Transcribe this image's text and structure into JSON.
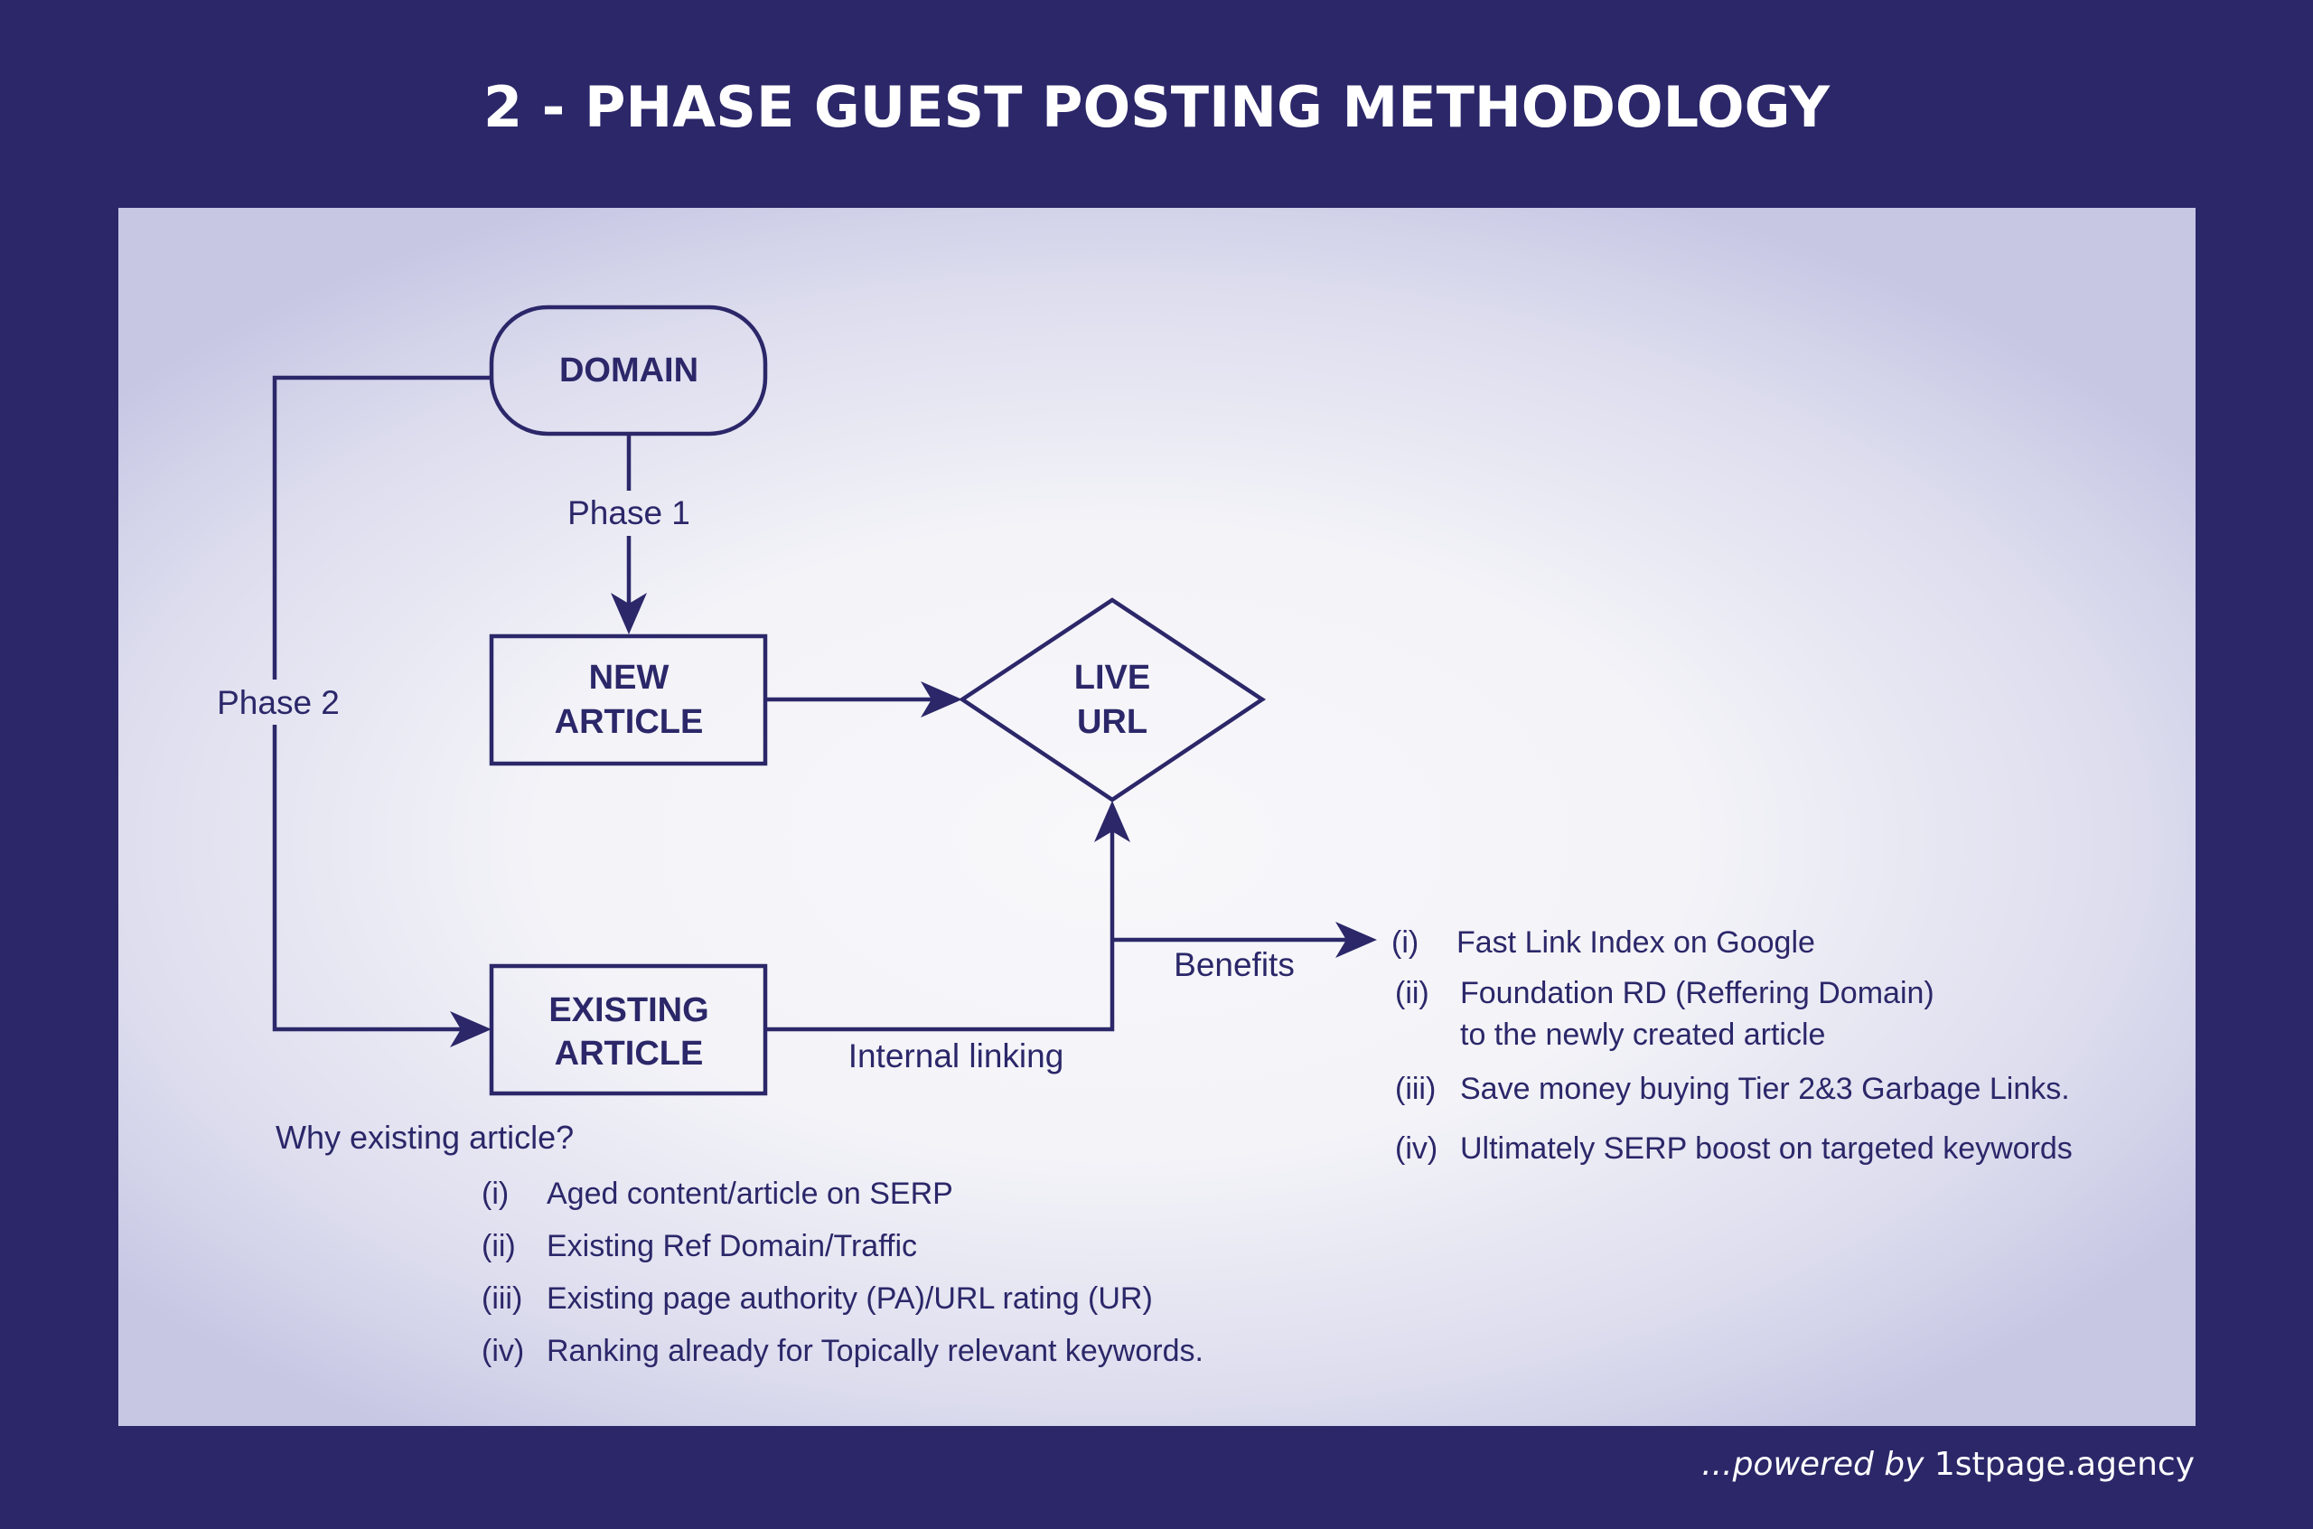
{
  "title": "2 - PHASE GUEST POSTING METHODOLOGY",
  "colors": {
    "background": "#2b2769",
    "stroke": "#2b2769",
    "panel": "#f3f3f8",
    "title_text": "#ffffff"
  },
  "nodes": {
    "domain": "DOMAIN",
    "new_article": [
      "NEW",
      "ARTICLE"
    ],
    "live_url": [
      "LIVE",
      "URL"
    ],
    "existing_article": [
      "EXISTING",
      "ARTICLE"
    ]
  },
  "edges": {
    "phase1": "Phase 1",
    "phase2": "Phase 2",
    "internal_linking": "Internal linking",
    "benefits": "Benefits"
  },
  "benefits_list": [
    {
      "num": "(i)",
      "text": "Fast Link Index on Google"
    },
    {
      "num": "(ii)",
      "text": "Foundation RD (Reffering Domain)",
      "text2": "to the newly created article"
    },
    {
      "num": "(iii)",
      "text": "Save money buying Tier 2&3 Garbage Links."
    },
    {
      "num": "(iv)",
      "text": "Ultimately SERP boost on targeted keywords"
    }
  ],
  "why": {
    "heading": "Why existing article?",
    "items": [
      {
        "num": "(i)",
        "text": "Aged content/article on SERP"
      },
      {
        "num": "(ii)",
        "text": "Existing Ref Domain/Traffic"
      },
      {
        "num": "(iii)",
        "text": "Existing page authority (PA)/URL rating (UR)"
      },
      {
        "num": "(iv)",
        "text": "Ranking already for Topically relevant keywords."
      }
    ]
  },
  "footer": {
    "prefix": "...powered by",
    "brand": "1stpage.agency"
  }
}
